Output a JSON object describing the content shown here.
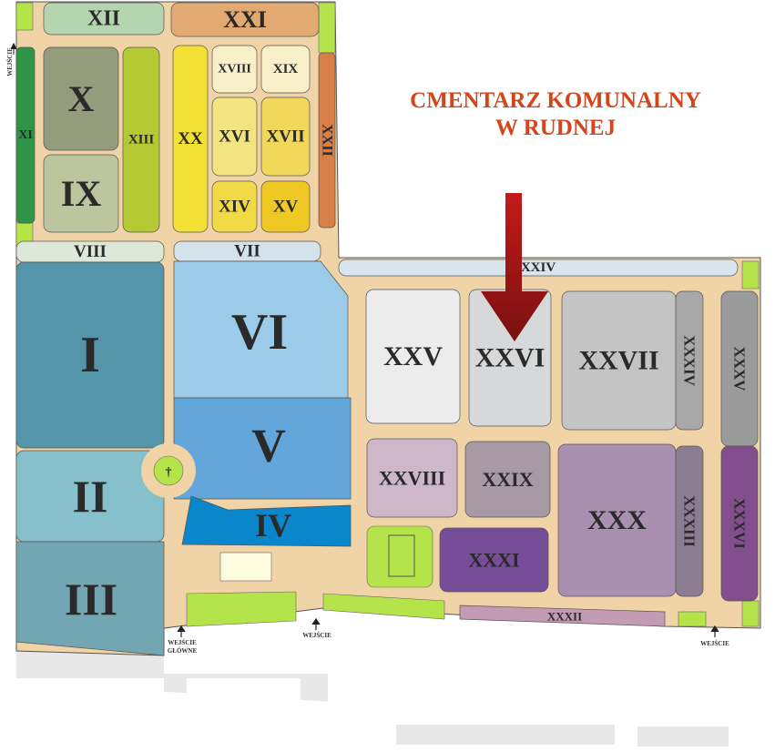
{
  "title": {
    "line1": "CMENTARZ KOMUNALNY",
    "line2": "W RUDNEJ",
    "color": "#d3451c"
  },
  "colors": {
    "path": "#f0d3a6",
    "greenery": "#b5e34a",
    "road": "#e8e8e8",
    "arrow": "#c41a1a"
  },
  "sections": [
    {
      "id": "XII",
      "color": "#b5d4b0"
    },
    {
      "id": "XXI",
      "color": "#e2a973"
    },
    {
      "id": "XI",
      "color": "#2e9447"
    },
    {
      "id": "X",
      "color": "#959c7c"
    },
    {
      "id": "IX",
      "color": "#bcc59e"
    },
    {
      "id": "XIII",
      "color": "#b5c935"
    },
    {
      "id": "XX",
      "color": "#f3e035"
    },
    {
      "id": "XVIII",
      "color": "#f8eec8"
    },
    {
      "id": "XIX",
      "color": "#f8eec8"
    },
    {
      "id": "XVI",
      "color": "#f3e482"
    },
    {
      "id": "XVII",
      "color": "#f2d85a"
    },
    {
      "id": "XIV",
      "color": "#f2da47"
    },
    {
      "id": "XV",
      "color": "#f0c824"
    },
    {
      "id": "XXII",
      "color": "#d87f48"
    },
    {
      "id": "VIII",
      "color": "#dde8d8"
    },
    {
      "id": "VII",
      "color": "#d4e2ec"
    },
    {
      "id": "I",
      "color": "#5595aa"
    },
    {
      "id": "II",
      "color": "#86c0cd"
    },
    {
      "id": "III",
      "color": "#72a6b2"
    },
    {
      "id": "VI",
      "color": "#9ccbe9"
    },
    {
      "id": "V",
      "color": "#62a6dc"
    },
    {
      "id": "IV",
      "color": "#0a86cc"
    },
    {
      "id": "XXIV",
      "color": "#d8e4ee"
    },
    {
      "id": "XXV",
      "color": "#ececec"
    },
    {
      "id": "XXVI",
      "color": "#d6d8d9"
    },
    {
      "id": "XXVII",
      "color": "#c4c4c4"
    },
    {
      "id": "XXXIV",
      "color": "#a8a8a8"
    },
    {
      "id": "XXXV",
      "color": "#9b9b9b"
    },
    {
      "id": "XXVIII",
      "color": "#cdb7c9"
    },
    {
      "id": "XXIX",
      "color": "#a79aa6"
    },
    {
      "id": "XXX",
      "color": "#a990b1"
    },
    {
      "id": "XXXIII",
      "color": "#8c7c92"
    },
    {
      "id": "XXXVI",
      "color": "#834e8c"
    },
    {
      "id": "XXXI",
      "color": "#754d99"
    },
    {
      "id": "XXXII",
      "color": "#c39bb4"
    }
  ],
  "chapel_symbol": "†",
  "entrances": {
    "main_line1": "WEJŚCIE",
    "main_line2": "GŁÓWNE",
    "middle": "WEJŚCIE",
    "east": "WEJŚCIE",
    "west": "WEJŚCIE"
  }
}
